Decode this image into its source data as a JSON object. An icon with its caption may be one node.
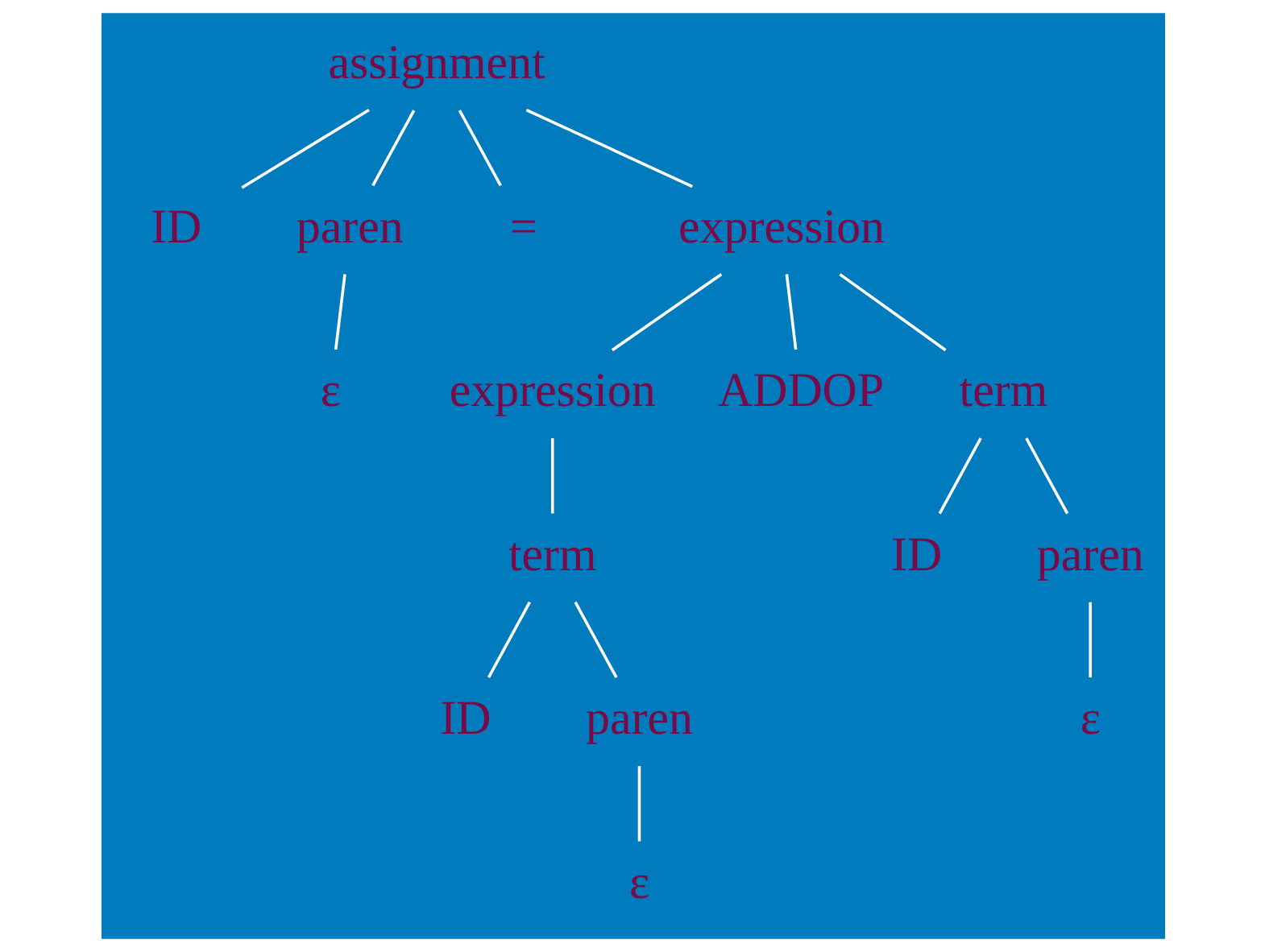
{
  "diagram": {
    "nodes": [
      {
        "text": [
          "assignment"
        ]
      },
      {
        "text": [
          "ID"
        ]
      },
      {
        "text": [
          "paren"
        ]
      },
      {
        "text": [
          "="
        ]
      },
      {
        "text": [
          "expression"
        ]
      },
      {
        "text": [
          "ε"
        ]
      },
      {
        "text": [
          "expression"
        ]
      },
      {
        "text": [
          "ADDOP"
        ]
      },
      {
        "text": [
          "term"
        ]
      },
      {
        "text": [
          "term"
        ]
      },
      {
        "text": [
          "ID"
        ]
      },
      {
        "text": [
          "paren"
        ]
      },
      {
        "text": [
          "ID"
        ]
      },
      {
        "text": [
          "paren"
        ]
      },
      {
        "text": [
          "ε"
        ]
      },
      {
        "text": [
          "ε"
        ]
      }
    ],
    "edges": [
      {
        "from": 0,
        "to": 1,
        "arrow": "none"
      },
      {
        "from": 0,
        "to": 2,
        "arrow": "none"
      },
      {
        "from": 0,
        "to": 3,
        "arrow": "none"
      },
      {
        "from": 0,
        "to": 4,
        "arrow": "none"
      },
      {
        "from": 2,
        "to": 5,
        "arrow": "none"
      },
      {
        "from": 4,
        "to": 6,
        "arrow": "none"
      },
      {
        "from": 4,
        "to": 7,
        "arrow": "none"
      },
      {
        "from": 4,
        "to": 8,
        "arrow": "none"
      },
      {
        "from": 6,
        "to": 9,
        "arrow": "none"
      },
      {
        "from": 8,
        "to": 10,
        "arrow": "none"
      },
      {
        "from": 8,
        "to": 11,
        "arrow": "none"
      },
      {
        "from": 9,
        "to": 12,
        "arrow": "none"
      },
      {
        "from": 9,
        "to": 13,
        "arrow": "none"
      },
      {
        "from": 11,
        "to": 14,
        "arrow": "none"
      },
      {
        "from": 13,
        "to": 15,
        "arrow": "none"
      }
    ]
  }
}
